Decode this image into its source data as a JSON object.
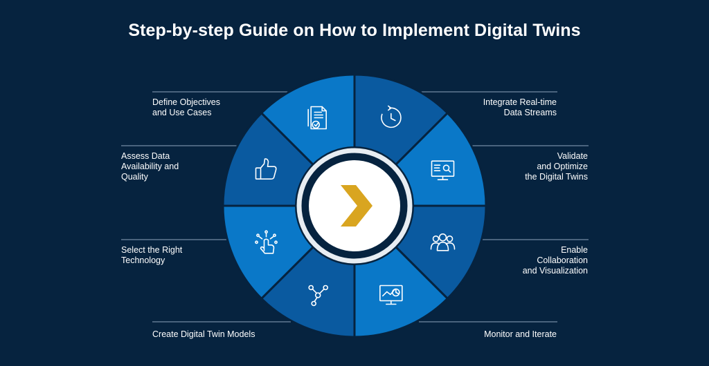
{
  "title": "Step-by-step Guide on How to Implement Digital Twins",
  "steps": [
    {
      "label": "Integrate Real-time\nData Streams",
      "icon": "clock-refresh-icon",
      "color": "#0a5aa0"
    },
    {
      "label": "Validate\nand Optimize\nthe Digital Twins",
      "icon": "monitor-search-icon",
      "color": "#0a78c8"
    },
    {
      "label": "Enable\nCollaboration\nand Visualization",
      "icon": "team-icon",
      "color": "#0a5aa0"
    },
    {
      "label": "Monitor and Iterate",
      "icon": "monitor-analytics-icon",
      "color": "#0a78c8"
    },
    {
      "label": "Create Digital Twin Models",
      "icon": "network-nodes-icon",
      "color": "#0a5aa0"
    },
    {
      "label": "Select the Right\nTechnology",
      "icon": "touch-select-icon",
      "color": "#0a78c8"
    },
    {
      "label": "Assess Data\nAvailability and\nQuality",
      "icon": "thumbs-up-icon",
      "color": "#0a5aa0"
    },
    {
      "label": "Define Objectives\nand Use Cases",
      "icon": "document-check-icon",
      "color": "#0a78c8"
    }
  ],
  "center_icon": "chevron-right-icon",
  "colors": {
    "background": "#06233f",
    "accent": "#d9a520",
    "ring": "#ffffff"
  }
}
